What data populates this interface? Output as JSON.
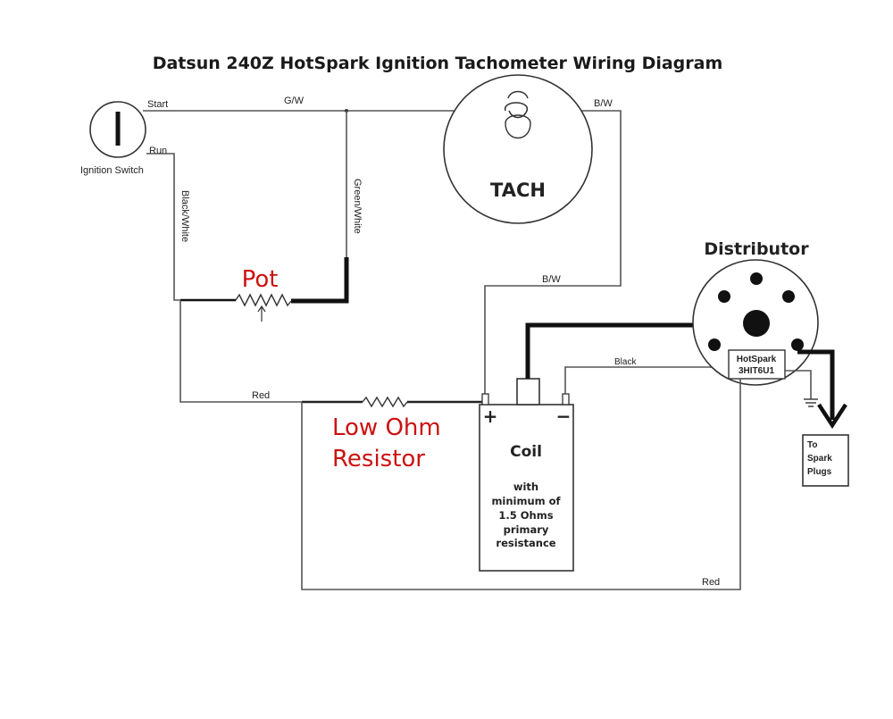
{
  "title": "Datsun 240Z HotSpark Ignition Tachometer Wiring Diagram",
  "ignition_switch": {
    "label": "Ignition Switch",
    "start_label": "Start",
    "run_label": "Run"
  },
  "wires": {
    "gw": "G/W",
    "bw_top": "B/W",
    "bw_mid": "B/W",
    "black_white": "Black/White",
    "green_white": "Green/White",
    "red_left": "Red",
    "red_bottom": "Red",
    "black": "Black"
  },
  "tach": {
    "label": "TACH"
  },
  "pot": {
    "label": "Pot"
  },
  "resistor": {
    "line1": "Low Ohm",
    "line2": "Resistor"
  },
  "coil": {
    "label": "Coil",
    "plus": "+",
    "minus": "−",
    "note": [
      "with",
      "minimum of",
      "1.5 Ohms",
      "primary",
      "resistance"
    ]
  },
  "distributor": {
    "label": "Distributor",
    "module_line1": "HotSpark",
    "module_line2": "3HIT6U1"
  },
  "spark_plugs": {
    "lines": [
      "To",
      "Spark",
      "Plugs"
    ]
  },
  "colors": {
    "annotation_red": "#cc1111",
    "wire": "#555555",
    "thick_wire": "#111111"
  }
}
